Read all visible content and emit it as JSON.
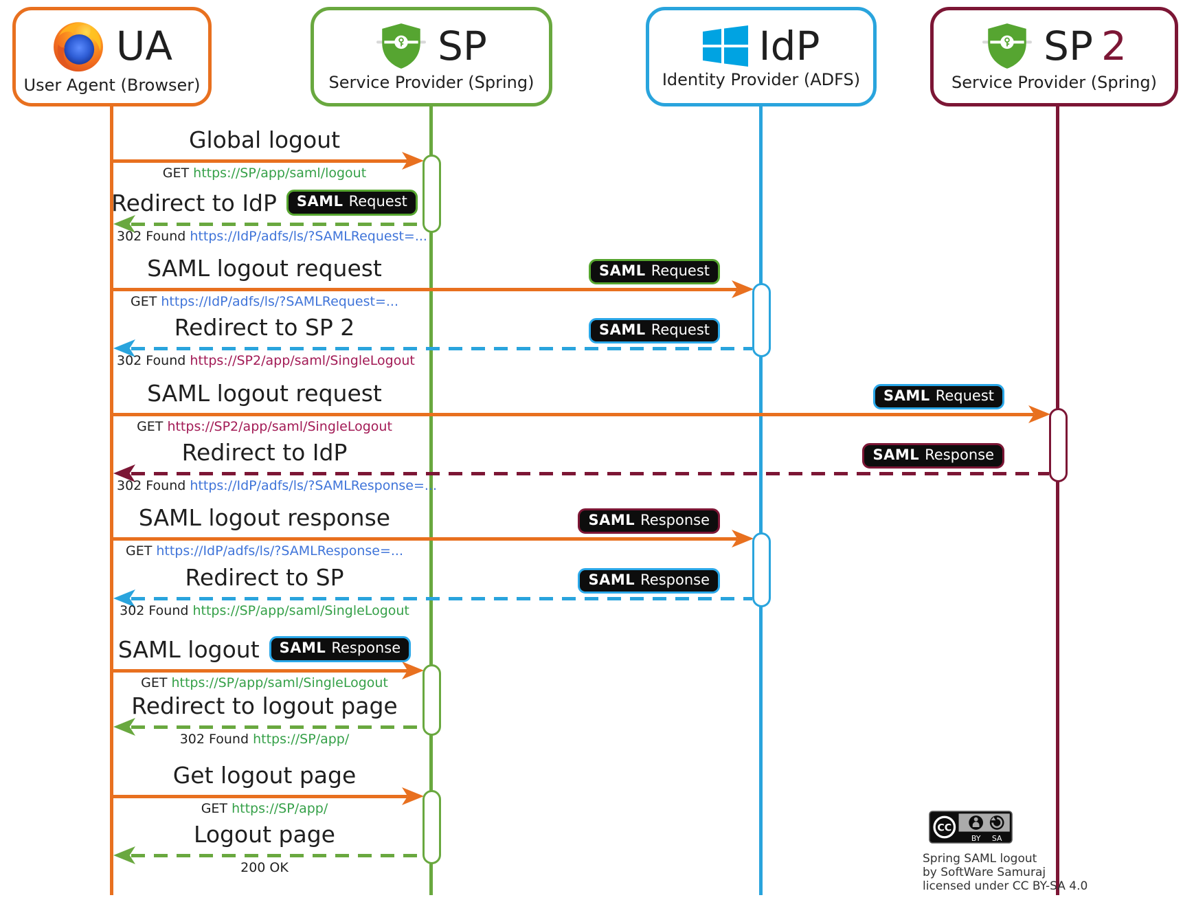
{
  "title": "Spring SAML global logout sequence diagram",
  "colors": {
    "orange": "#e8701f",
    "green": "#69a83f",
    "blue": "#29a4dd",
    "maroon": "#7c1635",
    "green_url": "#35a048",
    "blue_url": "#3f74d9",
    "maroon_url": "#a21a55",
    "badge_bg": "#0d0d0d",
    "text": "#1f1f1f",
    "badge_border_green": "#56a52f",
    "badge_border_blue": "#2aa7e8",
    "badge_border_maroon": "#7c1635"
  },
  "diagram": {
    "participants": [
      {
        "id": "ua",
        "abbr": "UA",
        "suffix": "",
        "icon": "firefox-icon",
        "name": "User Agent (Browser)",
        "color": "#e8701f"
      },
      {
        "id": "sp",
        "abbr": "SP",
        "suffix": "",
        "icon": "shield-icon",
        "name": "Service Provider (Spring)",
        "color": "#69a83f"
      },
      {
        "id": "idp",
        "abbr": "IdP",
        "suffix": "",
        "icon": "windows-icon",
        "name": "Identity Provider (ADFS)",
        "color": "#29a4dd"
      },
      {
        "id": "sp2",
        "abbr": "SP",
        "suffix": "2",
        "icon": "shield-icon",
        "name": "Service Provider (Spring)",
        "color": "#7c1635"
      }
    ],
    "messages": [
      {
        "title": "Global logout",
        "kind": "request",
        "from": "ua",
        "to": "sp",
        "badge": null,
        "badge_pos": "",
        "detail": {
          "prefix": "GET ",
          "url": "https://SP/app/saml/logout",
          "url_color": "green_url"
        }
      },
      {
        "title": "Redirect to IdP",
        "kind": "response",
        "from": "sp",
        "to": "ua",
        "badge": {
          "bold": "SAML",
          "text": "Request",
          "border": "green"
        },
        "badge_pos": "inline",
        "detail": {
          "prefix": "302 Found ",
          "url": "https://IdP/adfs/ls/?SAMLRequest=...",
          "url_color": "blue_url"
        }
      },
      {
        "title": "SAML logout request",
        "kind": "request",
        "from": "ua",
        "to": "idp",
        "badge": {
          "bold": "SAML",
          "text": "Request",
          "border": "green"
        },
        "badge_pos": "target",
        "detail": {
          "prefix": "GET ",
          "url": "https://IdP/adfs/ls/?SAMLRequest=...",
          "url_color": "blue_url"
        }
      },
      {
        "title": "Redirect to SP 2",
        "kind": "response",
        "from": "idp",
        "to": "ua",
        "badge": {
          "bold": "SAML",
          "text": "Request",
          "border": "blue"
        },
        "badge_pos": "target",
        "detail": {
          "prefix": "302 Found ",
          "url": "https://SP2/app/saml/SingleLogout",
          "url_color": "maroon_url"
        }
      },
      {
        "title": "SAML logout request",
        "kind": "request",
        "from": "ua",
        "to": "sp2",
        "badge": {
          "bold": "SAML",
          "text": "Request",
          "border": "blue"
        },
        "badge_pos": "target",
        "detail": {
          "prefix": "GET ",
          "url": "https://SP2/app/saml/SingleLogout",
          "url_color": "maroon_url"
        }
      },
      {
        "title": "Redirect to IdP",
        "kind": "response",
        "from": "sp2",
        "to": "ua",
        "badge": {
          "bold": "SAML",
          "text": "Response",
          "border": "maroon"
        },
        "badge_pos": "target",
        "detail": {
          "prefix": "302 Found ",
          "url": "https://IdP/adfs/ls/?SAMLResponse=...",
          "url_color": "blue_url"
        }
      },
      {
        "title": "SAML logout response",
        "kind": "request",
        "from": "ua",
        "to": "idp",
        "badge": {
          "bold": "SAML",
          "text": "Response",
          "border": "maroon"
        },
        "badge_pos": "target",
        "detail": {
          "prefix": "GET ",
          "url": "https://IdP/adfs/ls/?SAMLResponse=...",
          "url_color": "blue_url"
        }
      },
      {
        "title": "Redirect to SP",
        "kind": "response",
        "from": "idp",
        "to": "ua",
        "badge": {
          "bold": "SAML",
          "text": "Response",
          "border": "blue"
        },
        "badge_pos": "target",
        "detail": {
          "prefix": "302 Found ",
          "url": "https://SP/app/saml/SingleLogout",
          "url_color": "green_url"
        }
      },
      {
        "title": "SAML logout",
        "kind": "request",
        "from": "ua",
        "to": "sp",
        "badge": {
          "bold": "SAML",
          "text": "Response",
          "border": "blue"
        },
        "badge_pos": "inline",
        "detail": {
          "prefix": "GET ",
          "url": "https://SP/app/saml/SingleLogout",
          "url_color": "green_url"
        }
      },
      {
        "title": "Redirect to logout page",
        "kind": "response",
        "from": "sp",
        "to": "ua",
        "badge": null,
        "badge_pos": "",
        "detail": {
          "prefix": "302 Found ",
          "url": "https://SP/app/",
          "url_color": "green_url"
        }
      },
      {
        "title": "Get logout page",
        "kind": "request",
        "from": "ua",
        "to": "sp",
        "badge": null,
        "badge_pos": "",
        "detail": {
          "prefix": "GET ",
          "url": "https://SP/app/",
          "url_color": "green_url"
        }
      },
      {
        "title": "Logout page",
        "kind": "response",
        "from": "sp",
        "to": "ua",
        "badge": null,
        "badge_pos": "",
        "detail": {
          "prefix": "200 OK",
          "url": "",
          "url_color": ""
        }
      }
    ]
  },
  "license": {
    "badge_labels": {
      "cc": "CC",
      "by": "BY",
      "sa": "SA"
    },
    "lines": [
      "Spring SAML logout",
      "by SoftWare Samuraj",
      "licensed under CC BY-SA 4.0"
    ]
  }
}
